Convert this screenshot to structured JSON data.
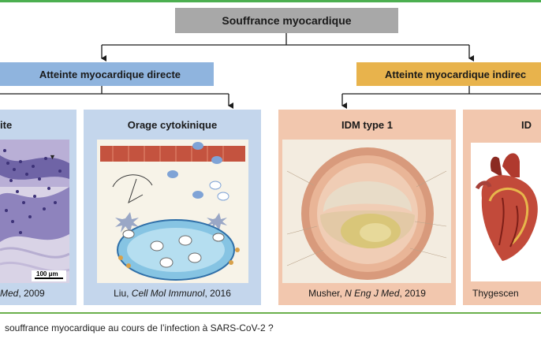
{
  "root": {
    "label": "Souffrance myocardique"
  },
  "branches": {
    "direct": {
      "label": "Atteinte myocardique directe",
      "color": "#8fb4de"
    },
    "indirect": {
      "label": "Atteinte myocardique indirec",
      "color": "#e8b34c"
    }
  },
  "panels": [
    {
      "title": "ite",
      "scale_label": "100 μm",
      "cite_author": "",
      "cite_journal": "Med",
      "cite_year": ", 2009"
    },
    {
      "title": "Orage cytokinique",
      "cite_author": "Liu, ",
      "cite_journal": "Cell Mol Immunol",
      "cite_year": ", 2016"
    },
    {
      "title": "IDM type 1",
      "cite_author": "Musher, ",
      "cite_journal": "N Eng J Med",
      "cite_year": ", 2019"
    },
    {
      "title": "ID",
      "cite_author": "Thygescen",
      "cite_journal": "",
      "cite_year": ""
    }
  ],
  "caption": " souffrance myocardique au cours de l’infection à SARS-CoV-2 ?"
}
